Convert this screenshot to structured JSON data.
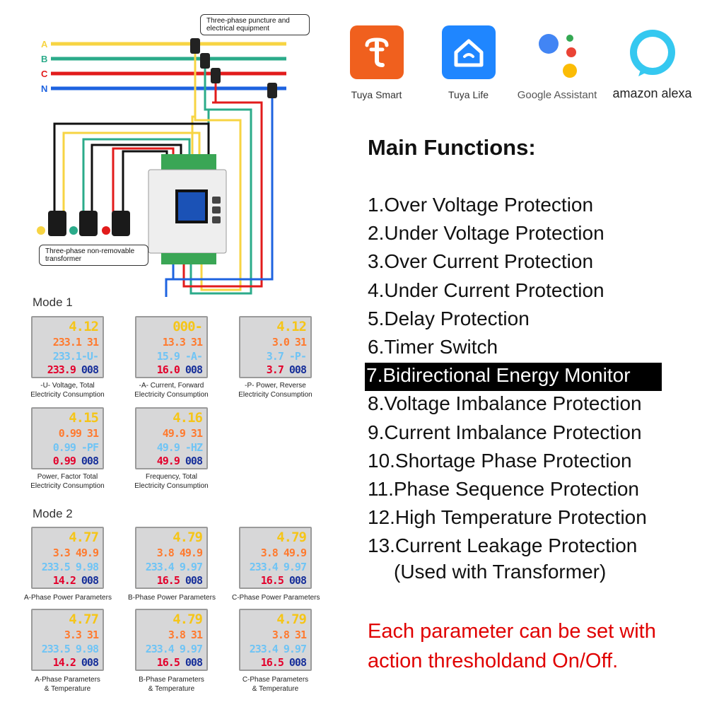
{
  "apps": [
    {
      "name": "Tuya Smart",
      "icon": "tuya-smart-icon",
      "color": "#f0601e"
    },
    {
      "name": "Tuya Life",
      "icon": "tuya-life-icon",
      "color": "#1f86ff"
    },
    {
      "name": "Google Assistant",
      "icon": "google-assistant-icon"
    },
    {
      "name": "amazon alexa",
      "icon": "amazon-alexa-icon",
      "color": "#35c8f0"
    }
  ],
  "wiring": {
    "phases": [
      "A",
      "B",
      "C",
      "N"
    ],
    "phase_colors": [
      "#f7d443",
      "#2bab8a",
      "#e21b1b",
      "#1e63e0"
    ],
    "callout_top": [
      "Three-phase puncture and",
      "electrical equipment"
    ],
    "callout_bottom": [
      "Three-phase non-removable",
      "transformer"
    ]
  },
  "main": {
    "title": "Main Functions:",
    "functions": [
      "1.Over Voltage Protection",
      "2.Under Voltage Protection",
      "3.Over Current Protection",
      "4.Under Current Protection",
      "5.Delay Protection",
      "6.Timer Switch",
      "7.Bidirectional Energy Monitor",
      "8.Voltage Imbalance Protection",
      "9.Current Imbalance Protection",
      "10.Shortage Phase Protection",
      "11.Phase Sequence Protection",
      "12.High Temperature Protection",
      "13.Current Leakage Protection"
    ],
    "function_note": "(Used with Transformer)",
    "highlight_index": 6,
    "note_lines": [
      "Each parameter can be set with",
      "action thresholdand On/Off."
    ],
    "note_color": "#e00000"
  },
  "mode1": {
    "label": "Mode 1",
    "screens": [
      {
        "l1": "4.12",
        "l2": "233.1 31",
        "l3": "233.1-U-",
        "l4a": "233.9",
        "l4b": "008",
        "cap": [
          "-U- Voltage, Total",
          "Electricity Consumption"
        ]
      },
      {
        "l1": "000-",
        "l2": "13.3 31",
        "l3": "15.9 -A-",
        "l4a": "16.0",
        "l4b": "008",
        "cap": [
          "-A- Current, Forward",
          "Electricity Consumption"
        ]
      },
      {
        "l1": "4.12",
        "l2": "3.0 31",
        "l3": "3.7 -P-",
        "l4a": "3.7",
        "l4b": "008",
        "cap": [
          "-P- Power, Reverse",
          "Electricity Consumption"
        ]
      },
      {
        "l1": "4.15",
        "l2": "0.99 31",
        "l3": "0.99 -PF",
        "l4a": "0.99",
        "l4b": "008",
        "cap": [
          "Power, Factor Total",
          "Electricity Consumption"
        ]
      },
      {
        "l1": "4.16",
        "l2": "49.9 31",
        "l3": "49.9 -HZ",
        "l4a": "49.9",
        "l4b": "008",
        "cap": [
          "Frequency, Total",
          "Electricity Consumption"
        ]
      }
    ]
  },
  "mode2": {
    "label": "Mode 2",
    "screens": [
      {
        "l1": "4.77",
        "l2": "3.3 49.9",
        "l3": "233.5 9.98",
        "l4a": "14.2",
        "l4b": "008",
        "cap": [
          "A-Phase Power Parameters"
        ]
      },
      {
        "l1": "4.79",
        "l2": "3.8 49.9",
        "l3": "233.4 9.97",
        "l4a": "16.5",
        "l4b": "008",
        "cap": [
          "B-Phase Power Parameters"
        ]
      },
      {
        "l1": "4.79",
        "l2": "3.8 49.9",
        "l3": "233.4 9.97",
        "l4a": "16.5",
        "l4b": "008",
        "cap": [
          "C-Phase Power Parameters"
        ]
      },
      {
        "l1": "4.77",
        "l2": "3.3 31",
        "l3": "233.5 9.98",
        "l4a": "14.2",
        "l4b": "008",
        "cap": [
          "A-Phase Parameters",
          "& Temperature"
        ]
      },
      {
        "l1": "4.79",
        "l2": "3.8 31",
        "l3": "233.4 9.97",
        "l4a": "16.5",
        "l4b": "008",
        "cap": [
          "B-Phase Parameters",
          "& Temperature"
        ]
      },
      {
        "l1": "4.79",
        "l2": "3.8 31",
        "l3": "233.4 9.97",
        "l4a": "16.5",
        "l4b": "008",
        "cap": [
          "C-Phase Parameters",
          "& Temperature"
        ]
      }
    ]
  }
}
